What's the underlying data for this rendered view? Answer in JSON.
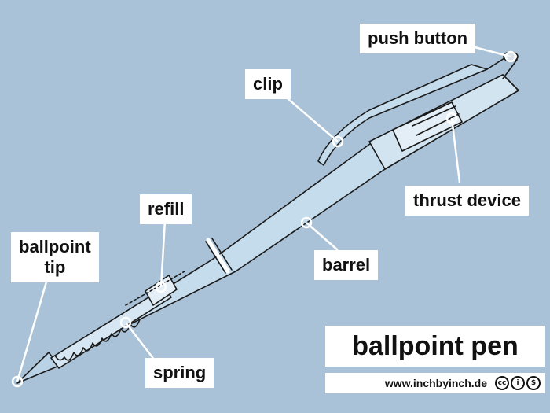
{
  "labels": {
    "push_button": "push button",
    "clip": "clip",
    "refill": "refill",
    "thrust_device": "thrust device",
    "ballpoint_tip_line1": "ballpoint",
    "ballpoint_tip_line2": "tip",
    "barrel": "barrel",
    "spring": "spring"
  },
  "title": "ballpoint pen",
  "website": "www.inchbyinch.de",
  "icons": [
    "cc-icon",
    "attribution-icon",
    "noncommercial-icon"
  ],
  "colors": {
    "background": "#a9c2d7",
    "pen_body": "#c5dced",
    "label_bg": "#ffffff",
    "outline": "#1a1a1a"
  }
}
